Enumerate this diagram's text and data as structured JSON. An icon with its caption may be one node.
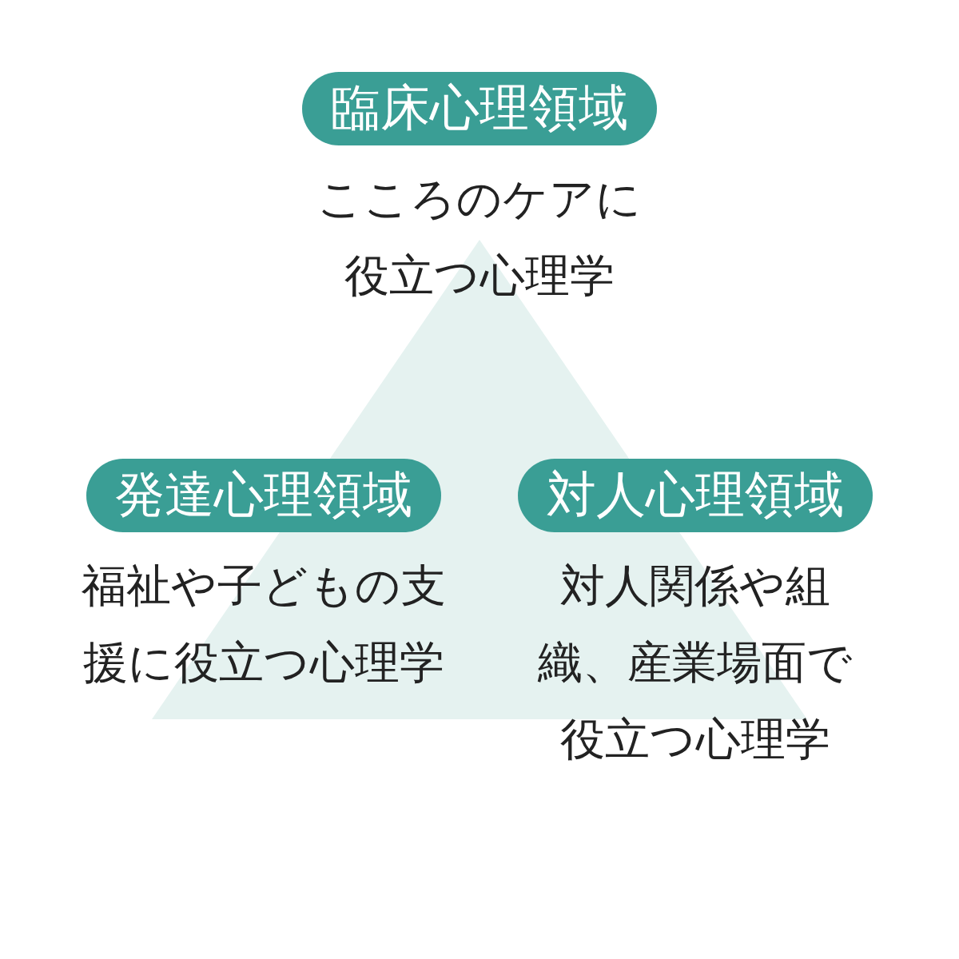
{
  "diagram": {
    "nodes": [
      {
        "text": [
          "臨床心理領域",
          "こころのケアに役立つ心理学"
        ]
      },
      {
        "text": [
          "発達心理領域",
          "福祉や子どもの支援に役立つ心理学"
        ]
      },
      {
        "text": [
          "対人心理領域",
          "対人関係や組織、産業場面で役立つ心理学"
        ]
      }
    ]
  }
}
